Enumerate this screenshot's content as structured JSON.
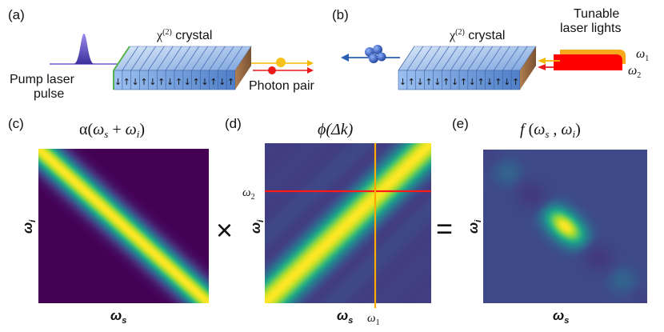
{
  "panels": {
    "a": {
      "label": "(a)",
      "crystal_label": "χ",
      "crystal_label_sup": "(2)",
      "crystal_label_rest": " crystal",
      "pump_line1": "Pump laser",
      "pump_line2": "pulse",
      "photon_pair": "Photon pair"
    },
    "b": {
      "label": "(b)",
      "crystal_label": "χ",
      "crystal_label_sup": "(2)",
      "crystal_label_rest": " crystal",
      "tunable_line1": "Tunable",
      "tunable_line2": "laser lights",
      "omega1": "ω",
      "omega1_sub": "1",
      "omega2": "ω",
      "omega2_sub": "2"
    },
    "c": {
      "label": "(c)",
      "title_alpha": "α",
      "title_open": "(",
      "title_ws": "ω",
      "title_s": "s",
      "title_plus": " + ",
      "title_wi": "ω",
      "title_i": "i",
      "title_close": ")",
      "xlabel": "ω",
      "xlabel_sub": "s",
      "ylabel": "ω",
      "ylabel_sub": "i"
    },
    "d": {
      "label": "(d)",
      "title_phi": "ϕ",
      "title_rest": "(Δk)",
      "xlabel": "ω",
      "xlabel_sub": "s",
      "ylabel": "ω",
      "ylabel_sub": "i",
      "omega1": "ω",
      "omega1_sub": "1",
      "omega2": "ω",
      "omega2_sub": "2"
    },
    "e": {
      "label": "(e)",
      "title_f": "f",
      "title_open": " (",
      "title_ws": "ω",
      "title_s": "s",
      "title_comma": " , ",
      "title_wi": "ω",
      "title_i": "i",
      "title_close": ")",
      "xlabel": "ω",
      "xlabel_sub": "s",
      "ylabel": "ω",
      "ylabel_sub": "i"
    }
  },
  "operators": {
    "times": "×",
    "equals": "="
  },
  "colors": {
    "viridis_dark": "#440154",
    "viridis_yellow": "#fde725",
    "crystal_face": "#5b8fd6",
    "crystal_end": "#a0714a",
    "laser_red": "#ff0000",
    "laser_orange": "#f7a81b",
    "orange_line": "#ffaa00",
    "red_line": "#ff1a1a",
    "pump_purple": "#6a5acd",
    "blue_arrow": "#2b5fb4"
  },
  "icons": [
    "pump-pulse-icon",
    "crystal-icon",
    "photon-pair-icon",
    "photon-cluster-icon",
    "tunable-laser-icon"
  ]
}
